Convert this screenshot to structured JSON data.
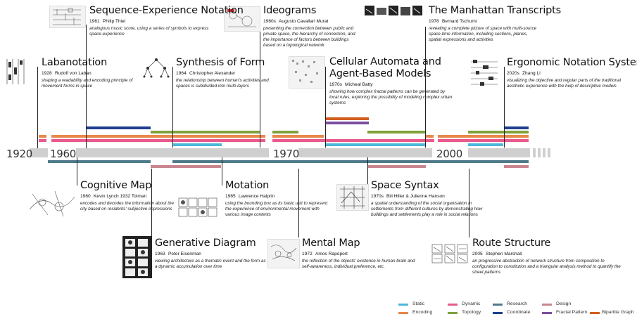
{
  "timeline": {
    "years": [
      "1920",
      "1960",
      "1970",
      "2000"
    ],
    "colors": {
      "static": "#4DB6DB",
      "encoding": "#E8884B",
      "dynamic": "#E85A8C",
      "topology": "#7FA23A",
      "research": "#4E7A8A",
      "coordinate": "#1F3F8F",
      "design": "#C9868F",
      "fractal_pattern": "#7B4F9E",
      "bipartite_graph": "#D25E1E",
      "axis": "#CFCFCF"
    }
  },
  "nodes": [
    {
      "id": "sequence",
      "title": "Sequence-Experience Notation",
      "year": "1961",
      "author": "Philip Thiel",
      "desc": "analogous music score, using a series of symbols to express space-experience"
    },
    {
      "id": "ideograms",
      "title": "Ideograms",
      "year": "1960s",
      "author": "Augusto Cavallari Murat",
      "desc": "presenting the connection between public and private space, the hierarchy of connection, and the importance of factors between buildings based on a topological network"
    },
    {
      "id": "manhattan",
      "title": "The Manhattan Transcripts",
      "year": "1978",
      "author": "Bernard Tschumi",
      "desc": "revealing a complete picture of space with multi-source space-time information, including sections, planes, spatial expressions and activities"
    },
    {
      "id": "labanotation",
      "title": "Labanotation",
      "year": "1928",
      "author": "Rudolf von Laban",
      "desc": "shaping a readability and encoding principle of movement forms in space"
    },
    {
      "id": "synthesis",
      "title": "Synthesis of Form",
      "year": "1964",
      "author": "Christopher Alexander",
      "desc": "the relationship between human's activities and spaces is subdivided into multi-layers"
    },
    {
      "id": "cellular",
      "title": "Cellular Automata and Agent-Based Models",
      "year": "1970s",
      "author": "Micheal Batty",
      "desc": "showing how complex fractal patterns can be generated by local rules, exploring the possibility of modeling complex urban systems"
    },
    {
      "id": "ergonomic",
      "title": "Ergonomic Notation System",
      "year": "2020s",
      "author": "Zhang Li",
      "desc": "visualizing the objective and regular parts of the traditional aesthetic experience with the help of descriptive models"
    },
    {
      "id": "cognitive",
      "title": "Cognitive Map",
      "year": "1960",
      "author": "Kevin Lynch   1932  Tolman",
      "desc": "encodes and decodes the information about the city based on residents' subjective impressions"
    },
    {
      "id": "motation",
      "title": "Motation",
      "year": "1965",
      "author": "Lawrence Halprin",
      "desc": "using the bounding box as its basic unit to represent the experience of environmental movement with various image contents"
    },
    {
      "id": "spacesyntax",
      "title": "Space Syntax",
      "year": "1970s",
      "author": "Bill Hiller & Julienne Hanson",
      "desc": "a spatial understanding of the social organisation in settlements from different cultures by demonstrating how buildings and settlements play a role in social relations"
    },
    {
      "id": "generative",
      "title": "Generative Diagram",
      "year": "1963",
      "author": "Peter Eisenman",
      "desc": "viewing architecture as a thematic event and the form as a dynamic accumulation over time"
    },
    {
      "id": "mentalmap",
      "title": "Mental Map",
      "year": "1972",
      "author": "Amos Rapoport",
      "desc": "the reflection of the objects' existence in human brain and self-awareness, individual preference, etc."
    },
    {
      "id": "route",
      "title": "Route Structure",
      "year": "2005",
      "author": "Stephen Marshall",
      "desc": "an progressive abstraction of network structure from composition to configuration to constitution and a triangular analysis method to quantify the street patterns"
    }
  ],
  "legend": [
    {
      "label": "Static",
      "color": "#4DB6DB"
    },
    {
      "label": "Dynamic",
      "color": "#E85A8C"
    },
    {
      "label": "Research",
      "color": "#4E7A8A"
    },
    {
      "label": "Design",
      "color": "#C9868F"
    },
    {
      "label": "Encoding",
      "color": "#E8884B"
    },
    {
      "label": "Topology",
      "color": "#7FA23A"
    },
    {
      "label": "Coordinate",
      "color": "#1F3F8F"
    },
    {
      "label": "Fractal Pattern",
      "color": "#7B4F9E"
    },
    {
      "label": "Bipartite Graph",
      "color": "#D25E1E"
    }
  ]
}
